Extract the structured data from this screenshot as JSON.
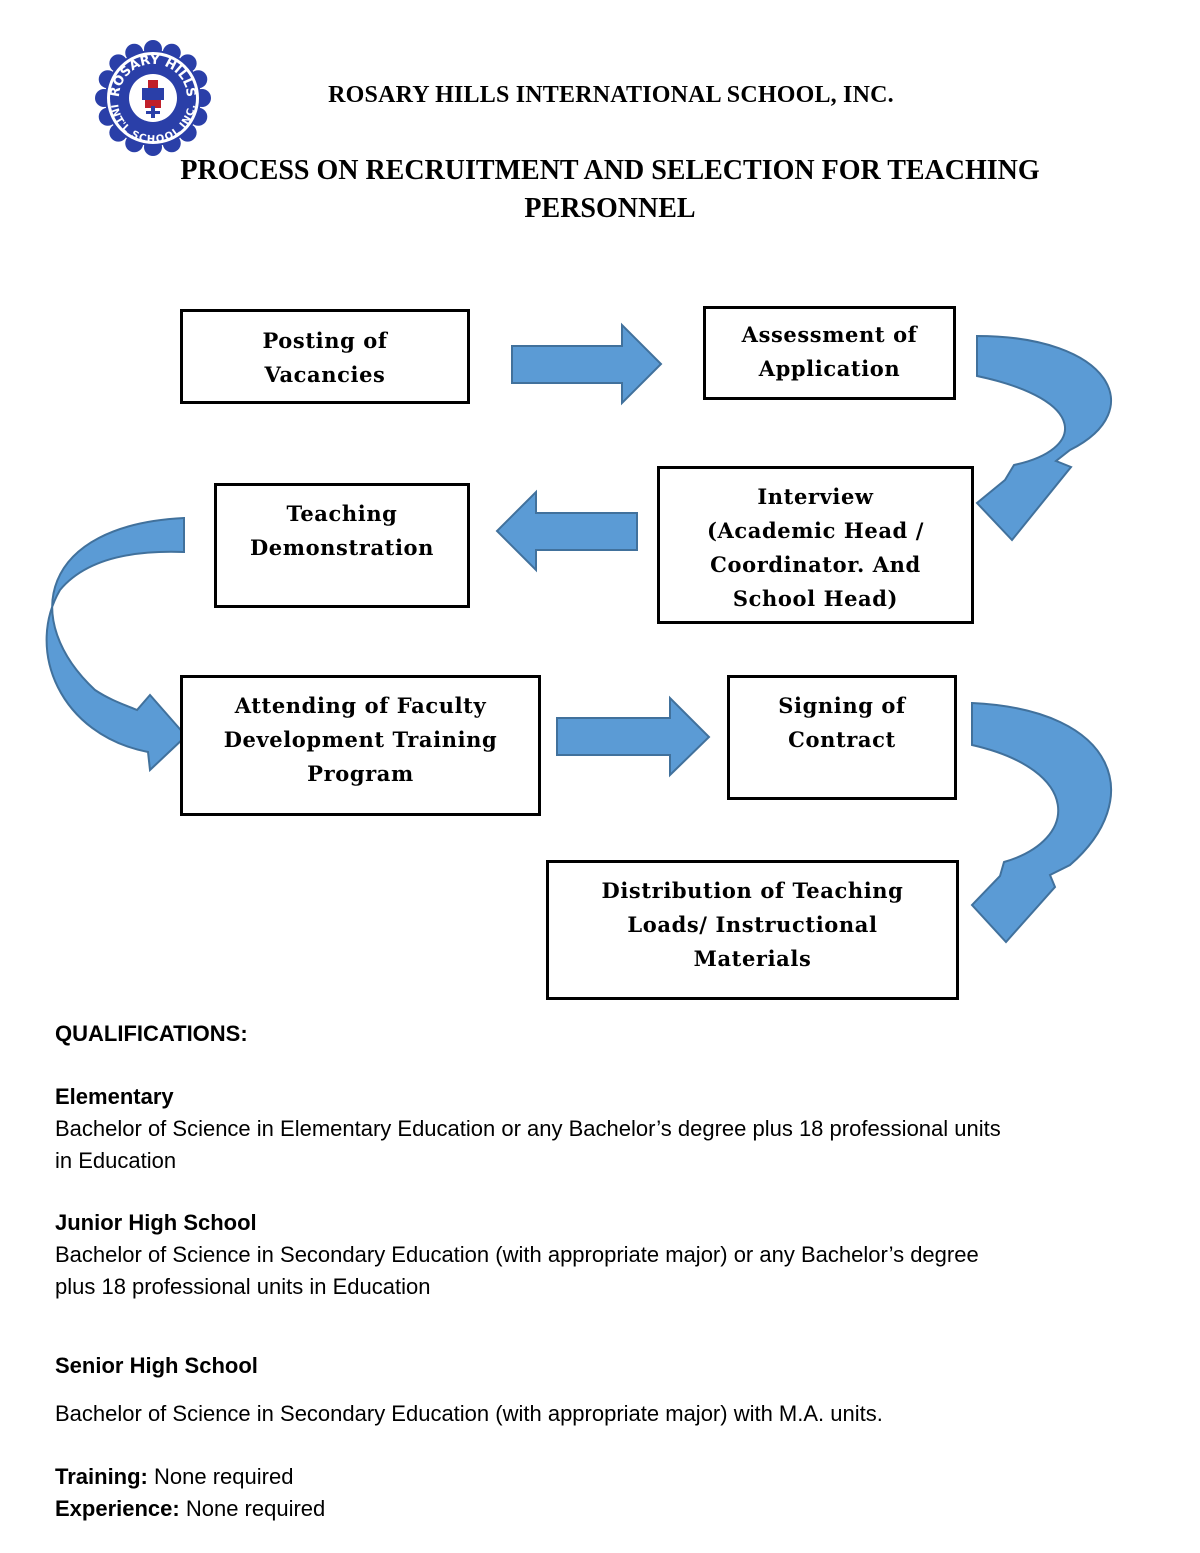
{
  "header": {
    "school_name": "ROSARY HILLS INTERNATIONAL SCHOOL, INC.",
    "logo_text_top": "ROSARY HILLS",
    "logo_text_bottom": "INT'L SCHOOL INC."
  },
  "title": "PROCESS ON RECRUITMENT AND SELECTION FOR TEACHING PERSONNEL",
  "flow": {
    "posting": [
      "Posting of",
      "Vacancies"
    ],
    "assessment": [
      "Assessment of",
      "Application"
    ],
    "interview": [
      "Interview",
      "(Academic Head /",
      "Coordinator. And",
      "School Head)"
    ],
    "teaching": [
      "Teaching",
      "Demonstration"
    ],
    "attending": [
      "Attending of Faculty",
      "Development Training",
      "Program"
    ],
    "signing": [
      "Signing of",
      "Contract"
    ],
    "distribution": [
      "Distribution of Teaching",
      "Loads/ Instructional",
      "Materials"
    ]
  },
  "colors": {
    "arrow_fill": "#5b9bd5",
    "arrow_dark": "#41719c",
    "logo_blue": "#2a3fa8",
    "logo_red": "#c0202a"
  },
  "qualifications": {
    "heading": "QUALIFICATIONS:",
    "elementary": {
      "heading": "Elementary",
      "lines": [
        "Bachelor of Science in Elementary Education or any Bachelor’s degree plus 18 professional units",
        "in Education"
      ]
    },
    "junior_high": {
      "heading": "Junior High School",
      "lines": [
        "Bachelor of Science in Secondary Education (with appropriate major) or any Bachelor’s degree",
        "plus 18 professional units in Education"
      ]
    },
    "senior_high": {
      "heading": "Senior High School",
      "text": "Bachelor of Science in Secondary Education (with appropriate major) with M.A. units."
    },
    "training": {
      "label": "Training:",
      "value": " None required"
    },
    "experience": {
      "label": "Experience:",
      "value": " None required"
    }
  }
}
